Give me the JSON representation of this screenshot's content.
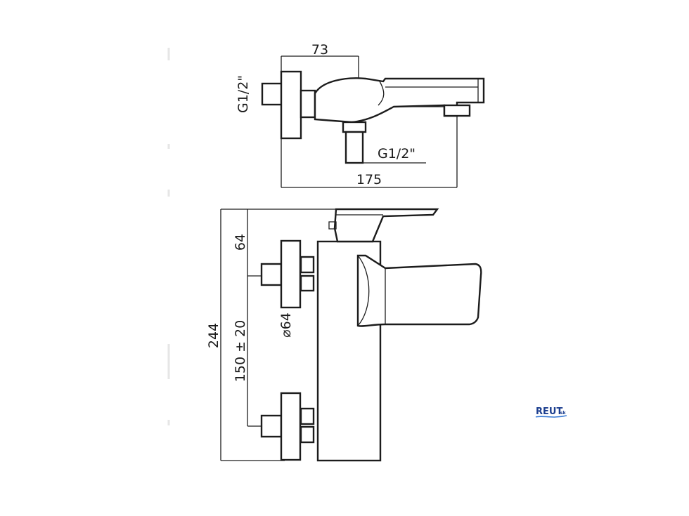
{
  "top_view": {
    "dim_width_top": "73",
    "inlet_left": "G1/2\"",
    "outlet_bottom": "G1/2\"",
    "dim_overall": "175"
  },
  "front_view": {
    "dim_top": "64",
    "dim_height": "244",
    "dim_spacing": "150 ± 20",
    "dim_flange": "⌀64"
  },
  "logo": {
    "main": "REUT",
    "suffix": "sk",
    "color": "#1d3f8f"
  }
}
